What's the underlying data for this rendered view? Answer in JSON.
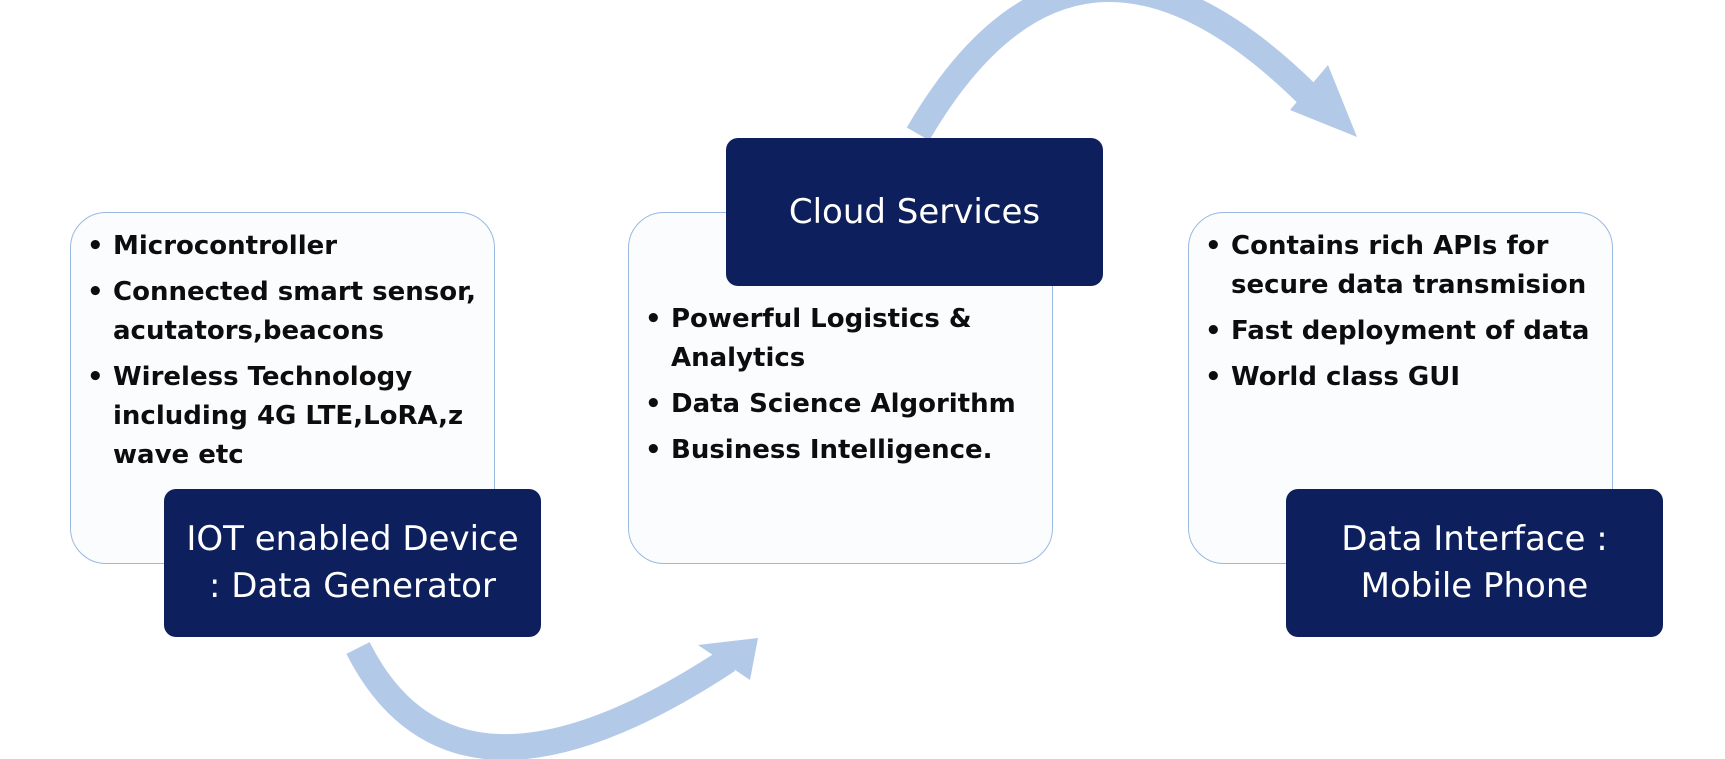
{
  "colors": {
    "arrow": "#b3c9e8",
    "label_bg": "#0d1f5c",
    "card_border": "#9ab9e0"
  },
  "stages": [
    {
      "label": "IOT enabled Device : Data Generator",
      "bullets": [
        "Microcontroller",
        "Connected smart sensor, acutators,beacons",
        "Wireless Technology including 4G LTE,LoRA,z wave etc"
      ]
    },
    {
      "label": "Cloud Services",
      "bullets": [
        "Powerful Logistics & Analytics",
        "Data Science Algorithm",
        "Business Intelligence."
      ]
    },
    {
      "label": "Data Interface : Mobile Phone",
      "bullets": [
        "Contains rich APIs for secure data transmision",
        "Fast deployment of data",
        "World class GUI"
      ]
    }
  ]
}
